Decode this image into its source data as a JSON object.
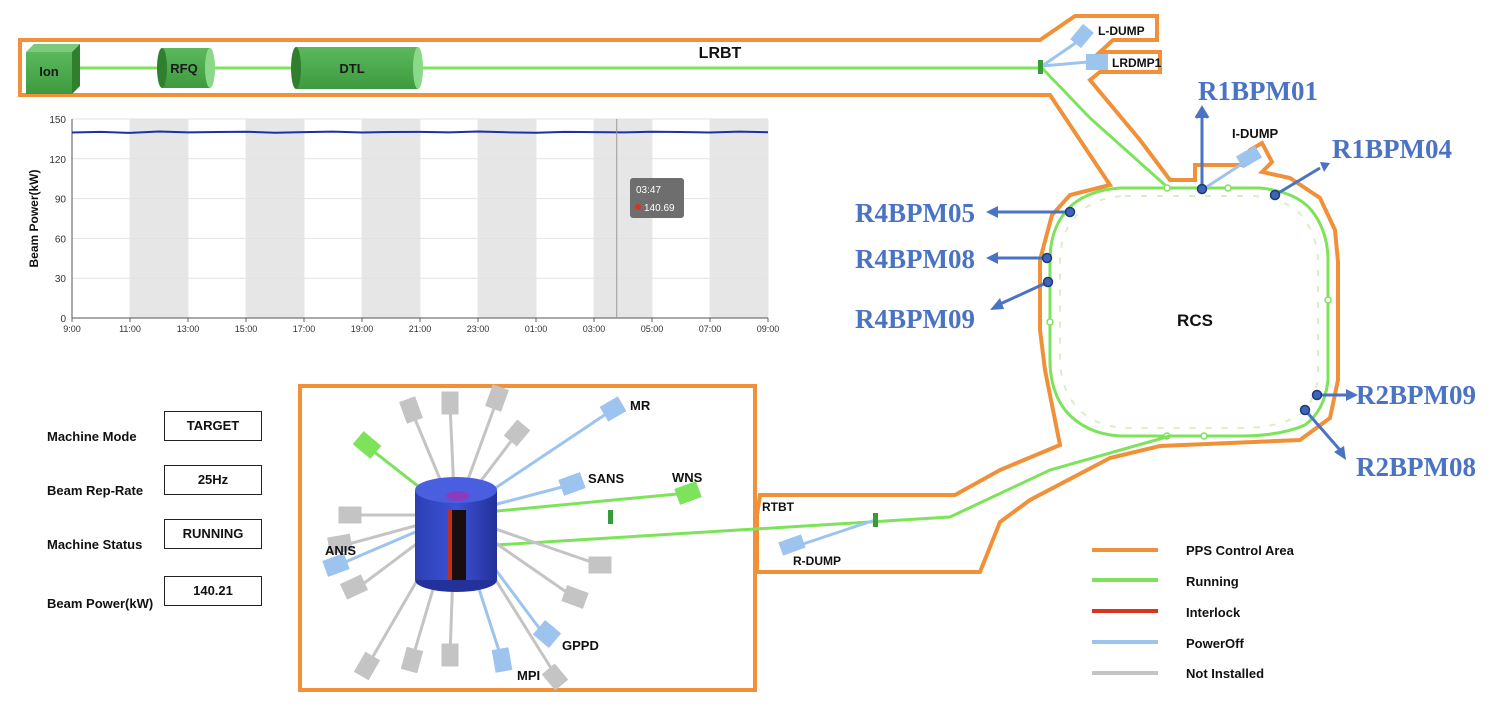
{
  "colors": {
    "pps_orange": "#F0913A",
    "running_green": "#7CE35A",
    "interlock_red": "#D8351E",
    "poweroff_blue": "#9CC4EE",
    "not_installed_gray": "#C4C4C4",
    "bpm_blue": "#4A73C4",
    "chart_line": "#1F2FA5"
  },
  "linac": {
    "components": [
      "Ion",
      "RFQ",
      "DTL"
    ],
    "line_label": "LRBT",
    "dumps": [
      "L-DUMP",
      "LRDMP1"
    ]
  },
  "ring": {
    "label": "RCS",
    "dump": "I-DUMP",
    "bpms": [
      "R1BPM01",
      "R1BPM04",
      "R4BPM05",
      "R4BPM08",
      "R4BPM09",
      "R2BPM09",
      "R2BPM08"
    ]
  },
  "transport": {
    "label": "RTBT",
    "dump": "R-DUMP"
  },
  "target_station": {
    "instruments": [
      "MR",
      "SANS",
      "WNS",
      "ANIS",
      "GPPD",
      "MPI"
    ]
  },
  "status": {
    "machine_mode_label": "Machine Mode",
    "machine_mode_value": "TARGET",
    "rep_rate_label": "Beam Rep-Rate",
    "rep_rate_value": "25Hz",
    "machine_status_label": "Machine Status",
    "machine_status_value": "RUNNING",
    "beam_power_label": "Beam Power(kW)",
    "beam_power_value": "140.21"
  },
  "legend": [
    {
      "label": "PPS Control Area",
      "color": "#F0913A"
    },
    {
      "label": "Running",
      "color": "#7CE35A"
    },
    {
      "label": "Interlock",
      "color": "#D8351E"
    },
    {
      "label": "PowerOff",
      "color": "#9CC4EE"
    },
    {
      "label": "Not Installed",
      "color": "#C4C4C4"
    }
  ],
  "chart_data": {
    "type": "line",
    "ylabel": "Beam Power(kW)",
    "ylim": [
      0,
      150
    ],
    "yticks": [
      0,
      30,
      60,
      90,
      120,
      150
    ],
    "xticks": [
      "9:00",
      "11:00",
      "13:00",
      "15:00",
      "17:00",
      "19:00",
      "21:00",
      "23:00",
      "01:00",
      "03:00",
      "05:00",
      "07:00",
      "09:00"
    ],
    "series": [
      {
        "values": [
          139.8,
          140.3,
          139.5,
          140.6,
          139.9,
          140.2,
          140.4,
          139.7,
          140.1,
          140.5,
          139.8,
          140.2,
          140.3,
          139.9,
          140.6,
          140.0,
          139.7,
          140.3,
          140.1,
          139.9,
          140.4,
          140.2,
          139.8,
          140.5,
          140.0
        ]
      }
    ],
    "shaded_bands": [
      [
        "11:00",
        "13:00"
      ],
      [
        "15:00",
        "17:00"
      ],
      [
        "19:00",
        "21:00"
      ],
      [
        "23:00",
        "01:00"
      ],
      [
        "03:00",
        "05:00"
      ],
      [
        "07:00",
        "09:00"
      ]
    ],
    "tooltip": {
      "time": "03:47",
      "value": "140.69"
    }
  }
}
